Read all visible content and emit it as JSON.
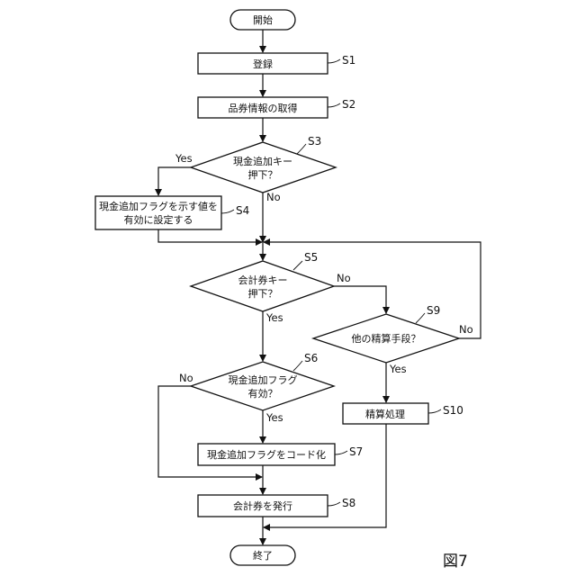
{
  "figure_label": "図7",
  "start": {
    "label": "開始"
  },
  "end": {
    "label": "終了"
  },
  "steps": {
    "s1": {
      "text": "登録",
      "tag": "S1"
    },
    "s2": {
      "text": "品券情報の取得",
      "tag": "S2"
    },
    "s3": {
      "lines": [
        "現金追加キー",
        "押下？"
      ],
      "tag": "S3"
    },
    "s4": {
      "lines": [
        "現金追加フラグを示す値を",
        "有効に設定する"
      ],
      "tag": "S4"
    },
    "s5": {
      "lines": [
        "会計券キー",
        "押下？"
      ],
      "tag": "S5"
    },
    "s6": {
      "lines": [
        "現金追加フラグ",
        "有効？"
      ],
      "tag": "S6"
    },
    "s7": {
      "text": "現金追加フラグをコード化",
      "tag": "S7"
    },
    "s8": {
      "text": "会計券を発行",
      "tag": "S8"
    },
    "s9": {
      "text": "他の精算手段？",
      "tag": "S9"
    },
    "s10": {
      "text": "精算処理",
      "tag": "S10"
    }
  },
  "branch_labels": {
    "s3_yes": "Yes",
    "s3_no": "No",
    "s5_yes": "Yes",
    "s5_no": "No",
    "s6_yes": "Yes",
    "s6_no": "No",
    "s9_yes": "Yes",
    "s9_no": "No"
  }
}
